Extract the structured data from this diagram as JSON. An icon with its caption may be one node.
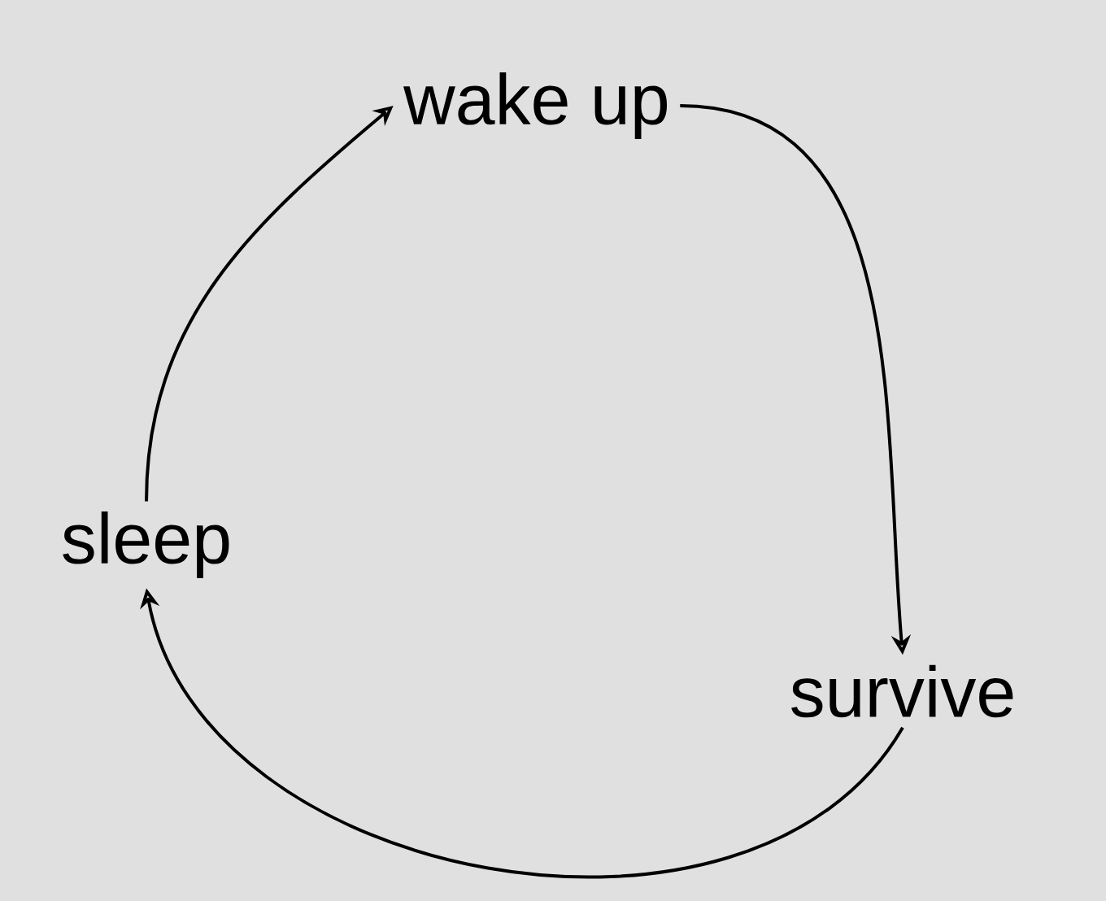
{
  "diagram": {
    "nodes": [
      {
        "text": [
          "wake up"
        ]
      },
      {
        "text": [
          "survive"
        ]
      },
      {
        "text": [
          "sleep"
        ]
      }
    ],
    "edges": [
      {
        "from": 0,
        "to": 1,
        "arrow": "to"
      },
      {
        "from": 1,
        "to": 2,
        "arrow": "to"
      },
      {
        "from": 2,
        "to": 0,
        "arrow": "to"
      }
    ]
  }
}
